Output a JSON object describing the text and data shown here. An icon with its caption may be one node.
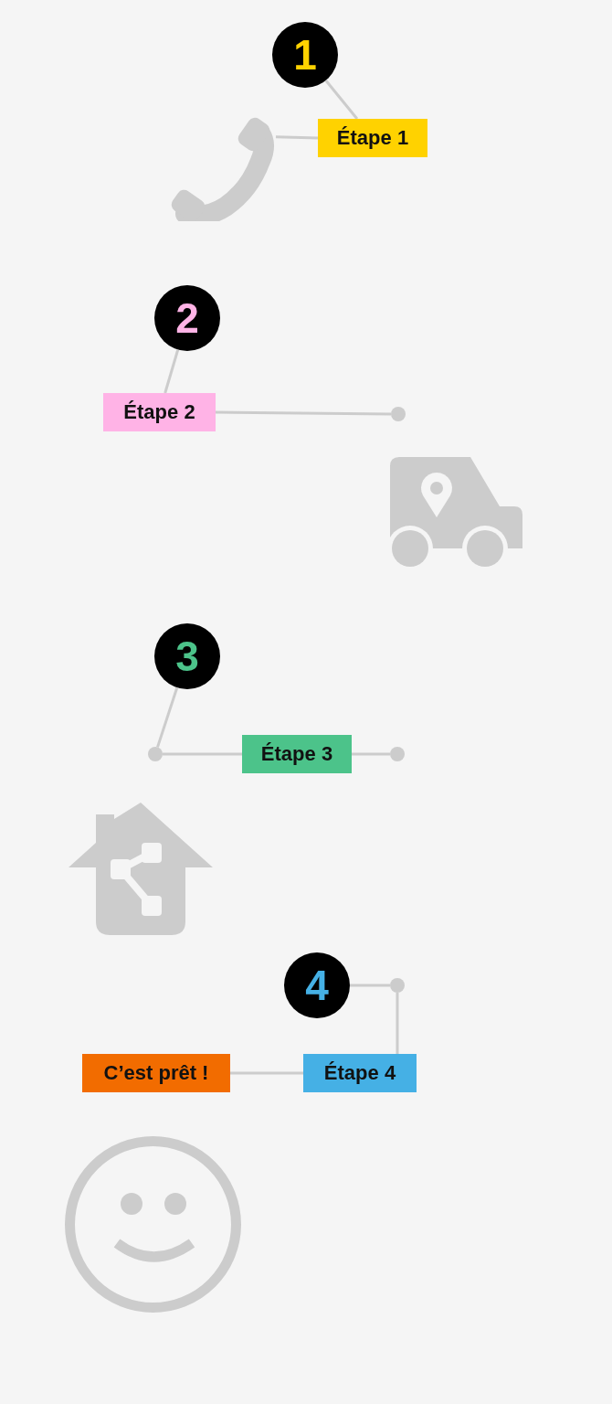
{
  "diagram": {
    "nodes": [
      {
        "text": [
          "1"
        ]
      },
      {
        "text": [
          "Étape 1"
        ]
      },
      {
        "text": [],
        "shape": "picture"
      },
      {
        "text": [
          "2"
        ]
      },
      {
        "text": [
          "Étape 2"
        ]
      },
      {
        "text": [],
        "shape": "circle"
      },
      {
        "text": [
          "3"
        ]
      },
      {
        "text": [],
        "shape": "circle"
      },
      {
        "text": [
          "Étape 3"
        ]
      },
      {
        "text": [],
        "shape": "circle"
      },
      {
        "text": [
          "4"
        ]
      },
      {
        "text": [],
        "shape": "circle"
      },
      {
        "text": [
          "C’est prêt !"
        ]
      },
      {
        "text": [
          "Étape 4"
        ]
      }
    ],
    "edges": [
      {
        "from": 0,
        "to": 1,
        "arrow": "none"
      },
      {
        "from": 2,
        "to": 1,
        "arrow": "none"
      },
      {
        "from": 3,
        "to": 4,
        "arrow": "none"
      },
      {
        "from": 4,
        "to": 5,
        "arrow": "none"
      },
      {
        "from": 6,
        "to": 7,
        "arrow": "none"
      },
      {
        "from": 7,
        "to": 8,
        "arrow": "none"
      },
      {
        "from": 8,
        "to": 9,
        "arrow": "none"
      },
      {
        "from": 10,
        "to": 11,
        "arrow": "none"
      },
      {
        "from": 11,
        "to": 13,
        "arrow": "none"
      },
      {
        "from": 13,
        "to": 12,
        "arrow": "none"
      }
    ]
  }
}
